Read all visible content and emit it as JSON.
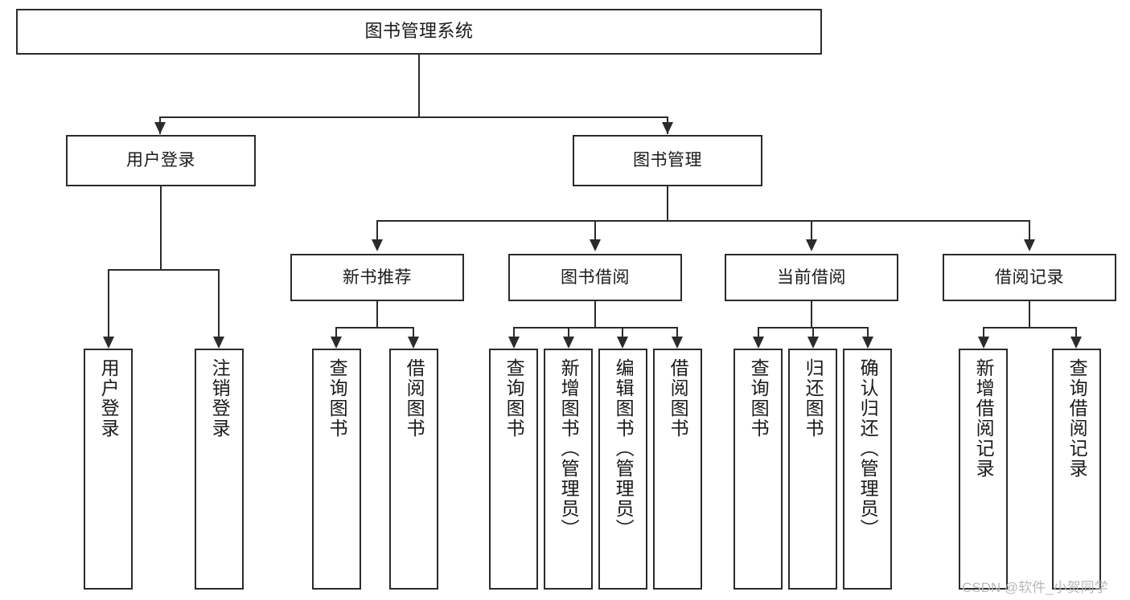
{
  "diagram": {
    "title": "图书管理系统",
    "type": "hierarchy-tree",
    "root": {
      "label": "图书管理系统"
    },
    "level1": [
      {
        "label": "用户登录"
      },
      {
        "label": "图书管理"
      }
    ],
    "level2": [
      {
        "label": "新书推荐"
      },
      {
        "label": "图书借阅"
      },
      {
        "label": "当前借阅"
      },
      {
        "label": "借阅记录"
      }
    ],
    "leaves": {
      "user_login": [
        {
          "label": "用户登录"
        },
        {
          "label": "注销登录"
        }
      ],
      "new_book_recommend": [
        {
          "label": "查询图书"
        },
        {
          "label": "借阅图书"
        }
      ],
      "book_borrow": [
        {
          "label": "查询图书"
        },
        {
          "label": "新增图书（管理员）"
        },
        {
          "label": "编辑图书（管理员）"
        },
        {
          "label": "借阅图书"
        }
      ],
      "current_borrow": [
        {
          "label": "查询图书"
        },
        {
          "label": "归还图书"
        },
        {
          "label": "确认归还（管理员）"
        }
      ],
      "borrow_record": [
        {
          "label": "新增借阅记录"
        },
        {
          "label": "查询借阅记录"
        }
      ]
    }
  },
  "watermark": {
    "text": "CSDN @软件_小贺同学"
  },
  "colors": {
    "stroke": "#2b2b2b",
    "fill": "#ffffff",
    "text": "#1a1a1a",
    "watermark": "#b9b9b9"
  }
}
